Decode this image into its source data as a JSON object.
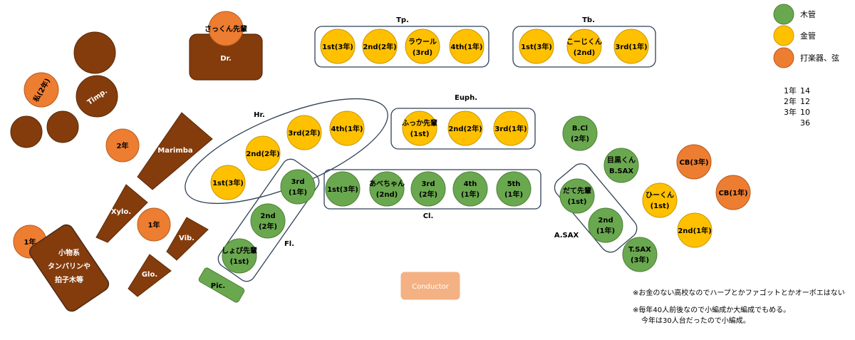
{
  "colors": {
    "woodwind": "#6aa84f",
    "brass": "#ffc000",
    "percussion": "#ed7d31",
    "percussion_dark": "#843c0c",
    "conductor": "#f4b183",
    "box_stroke": "#2f4158"
  },
  "legend": {
    "items": [
      {
        "label": "木管",
        "color": "#6aa84f"
      },
      {
        "label": "金管",
        "color": "#ffc000"
      },
      {
        "label": "打楽器、弦",
        "color": "#ed7d31"
      }
    ]
  },
  "counts": [
    {
      "grade": "1年",
      "count": "14"
    },
    {
      "grade": "2年",
      "count": "12"
    },
    {
      "grade": "3年",
      "count": "10"
    },
    {
      "grade": "",
      "count": "36"
    }
  ],
  "section_labels": {
    "tp": "Tp.",
    "tb": "Tb.",
    "hr": "Hr.",
    "euph": "Euph.",
    "cl": "Cl.",
    "fl": "Fl.",
    "asax": "A.SAX"
  },
  "instruments": {
    "dr": "Dr.",
    "timp": "Timp.",
    "marimba": "Marimba",
    "xylo": "Xylo.",
    "vib": "Vib.",
    "glo": "Glo.",
    "small": [
      "小物系",
      "タンバリンや",
      "拍子木等"
    ],
    "pic": "Pic.",
    "conductor": "Conductor"
  },
  "players": {
    "sakkun": "さっくん先輩",
    "watashi": "私(2年)",
    "perc2": "2年",
    "perc1a": "1年",
    "perc1b": "1年",
    "tp": [
      [
        "1st(3年)"
      ],
      [
        "2nd(2年)"
      ],
      [
        "ラウール",
        "(3rd)"
      ],
      [
        "4th(1年)"
      ]
    ],
    "tb": [
      [
        "1st(3年)"
      ],
      [
        "こーじくん",
        "(2nd)"
      ],
      [
        "3rd(1年)"
      ]
    ],
    "hr": [
      [
        "1st(3年)"
      ],
      [
        "2nd(2年)"
      ],
      [
        "3rd(2年)"
      ],
      [
        "4th(1年)"
      ]
    ],
    "euph": [
      [
        "ふっか先輩",
        "(1st)"
      ],
      [
        "2nd(2年)"
      ],
      [
        "3rd(1年)"
      ]
    ],
    "cl": [
      [
        "1st(3年)"
      ],
      [
        "あべちゃん",
        "(2nd)"
      ],
      [
        "3rd",
        "(2年)"
      ],
      [
        "4th",
        "(1年)"
      ],
      [
        "5th",
        "(1年)"
      ]
    ],
    "fl": [
      [
        "しょぴ先輩",
        "(1st)"
      ],
      [
        "2nd",
        "(2年)"
      ],
      [
        "3rd",
        "(1年)"
      ]
    ],
    "asax": [
      [
        "だて先輩",
        "(1st)"
      ],
      [
        "2nd",
        "(1年)"
      ]
    ],
    "bcl": [
      "B.Cl",
      "(2年)"
    ],
    "bsax": [
      "目黒くん",
      "B.SAX"
    ],
    "tsax": [
      "T.SAX",
      "(3年)"
    ],
    "hikun": [
      "ひーくん",
      "(1st)"
    ],
    "tsax2": [
      "2nd(1年)"
    ],
    "cb3": [
      "CB(3年)"
    ],
    "cb1": [
      "CB(1年)"
    ]
  },
  "notes": [
    "※お金のない高校なのでハープとかファゴットとかオーボエはない",
    "※毎年40人前後なので小編成か大編成でもめる。",
    "今年は30人台だったので小編成。"
  ]
}
